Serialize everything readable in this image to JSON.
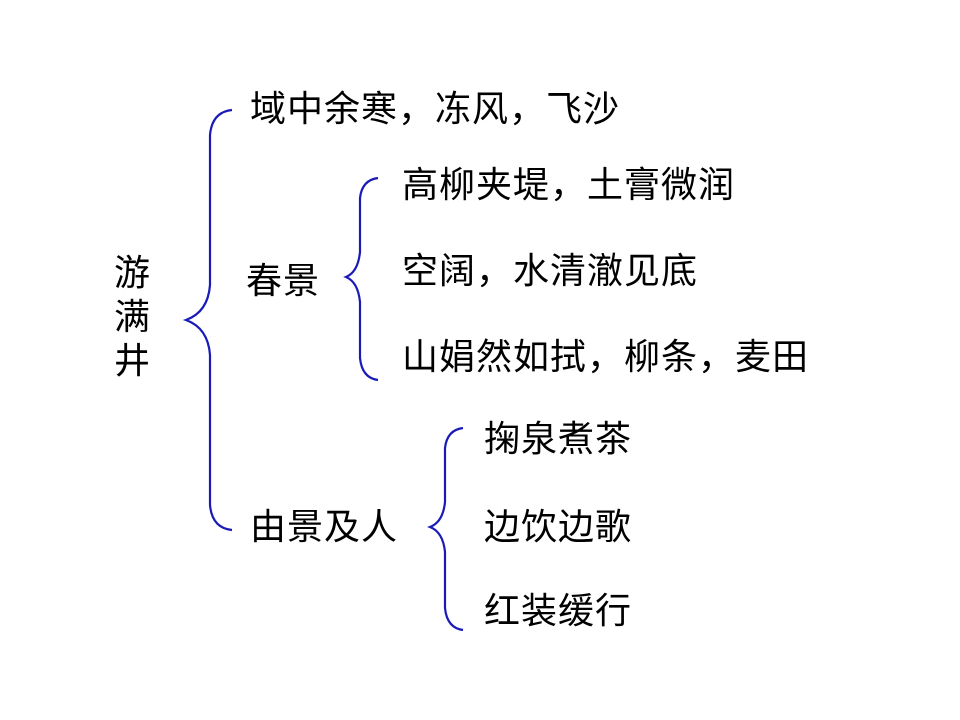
{
  "root": {
    "label_chars": [
      "游",
      "满",
      "井"
    ],
    "label": "游满井"
  },
  "branches": [
    {
      "label": "",
      "items": [
        "域中余寒，冻风，飞沙"
      ]
    },
    {
      "label": "春景",
      "items": [
        "高柳夹堤，土膏微润",
        "空阔，水清澈见底",
        "山娟然如拭，柳条，麦田"
      ]
    },
    {
      "label": "由景及人",
      "items": [
        "掬泉煮茶",
        "边饮边歌",
        "红装缓行"
      ]
    }
  ],
  "colors": {
    "bracket": "#1a1ab8",
    "text": "#000000",
    "background": "#ffffff"
  }
}
